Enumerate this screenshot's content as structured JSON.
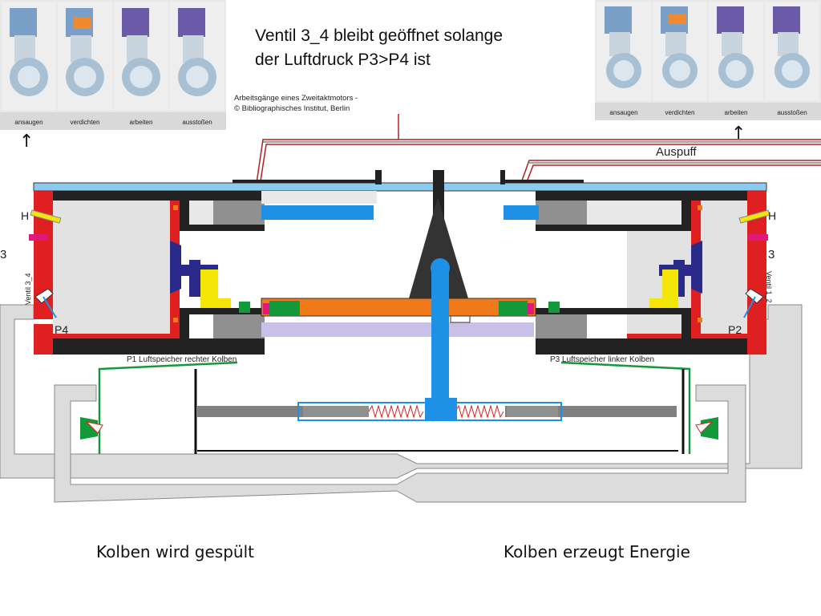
{
  "heading": {
    "line1": "Ventil 3_4 bleibt geöffnet solange",
    "line2": "der Luftdruck P3>P4 ist"
  },
  "credit": {
    "line1": "Arbeitsgänge eines Zweitaktmotors -",
    "line2": "© Bibliographisches Institut, Berlin"
  },
  "cycle_steps": [
    "ansaugen",
    "verdichten",
    "arbeiten",
    "ausstoßen"
  ],
  "arrow_symbol": "↑",
  "labels": {
    "auspuff": "Auspuff",
    "h": "H",
    "three": "3",
    "ventil_left": "Ventil 3_4",
    "ventil_right": "Ventil 1_2",
    "p4": "P4",
    "p2": "P2",
    "p1": "P1 Luftspeicher rechter Kolben",
    "p3": "P3 Luftspeicher linker Kolben"
  },
  "captions": {
    "left": "Kolben wird gespült",
    "right": "Kolben erzeugt Energie"
  },
  "colors": {
    "cylinder_wall": "#e02020",
    "top_plate": "#8ccbf0",
    "blue_rod": "#1e90e6",
    "orange_bar": "#f07a1a",
    "green_valve": "#129a3a",
    "yellow_part": "#f5e60a",
    "duct_gray": "#dcdcdc",
    "lavender": "#c8c0e6"
  }
}
